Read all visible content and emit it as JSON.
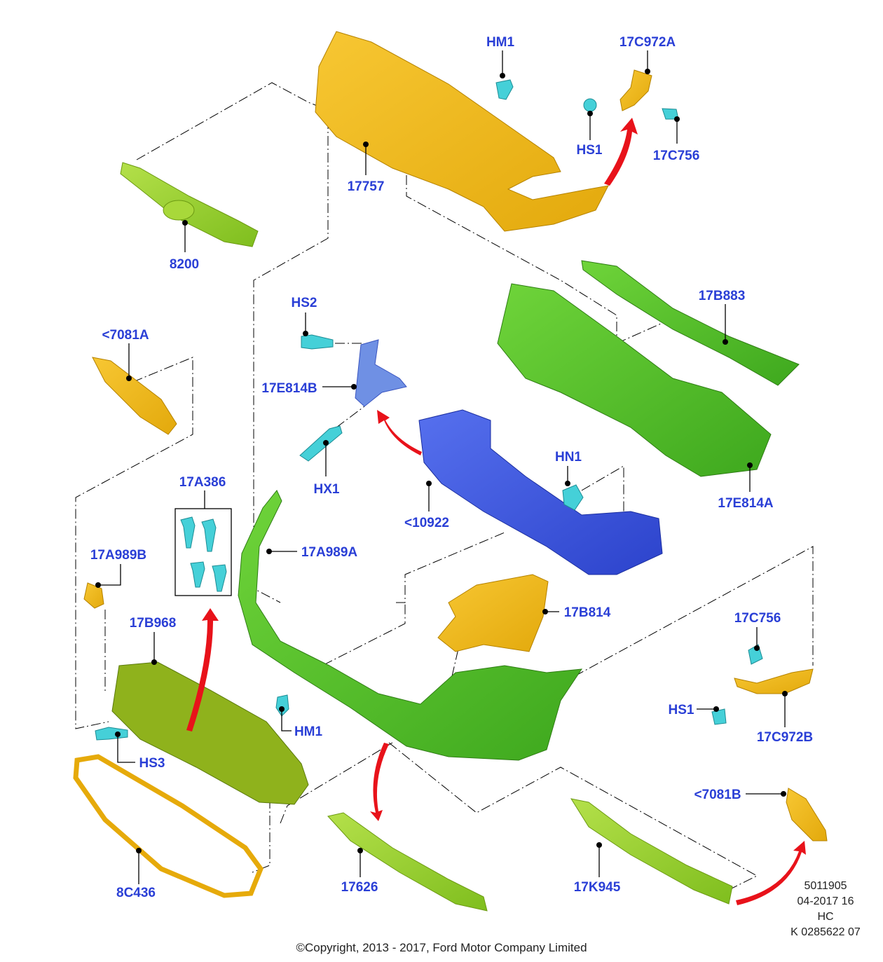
{
  "parts": [
    {
      "id": "hm1_top",
      "label": "HM1"
    },
    {
      "id": "17c972a",
      "label": "17C972A"
    },
    {
      "id": "hs1_top",
      "label": "HS1"
    },
    {
      "id": "17c756_top",
      "label": "17C756"
    },
    {
      "id": "17757",
      "label": "17757"
    },
    {
      "id": "8200",
      "label": "8200"
    },
    {
      "id": "17b883",
      "label": "17B883"
    },
    {
      "id": "hs2",
      "label": "HS2"
    },
    {
      "id": "17e814b",
      "label": "17E814B"
    },
    {
      "id": "7081a",
      "label": "<7081A"
    },
    {
      "id": "hx1",
      "label": "HX1"
    },
    {
      "id": "hn1",
      "label": "HN1"
    },
    {
      "id": "17e814a",
      "label": "17E814A"
    },
    {
      "id": "10922",
      "label": "<10922"
    },
    {
      "id": "17a386",
      "label": "17A386"
    },
    {
      "id": "17a989a",
      "label": "17A989A"
    },
    {
      "id": "17a989b",
      "label": "17A989B"
    },
    {
      "id": "17b814",
      "label": "17B814"
    },
    {
      "id": "17b968",
      "label": "17B968"
    },
    {
      "id": "17c756_bot",
      "label": "17C756"
    },
    {
      "id": "hs1_bot",
      "label": "HS1"
    },
    {
      "id": "hm1_bot",
      "label": "HM1"
    },
    {
      "id": "17c972b",
      "label": "17C972B"
    },
    {
      "id": "hs3",
      "label": "HS3"
    },
    {
      "id": "7081b",
      "label": "<7081B"
    },
    {
      "id": "8c436",
      "label": "8C436"
    },
    {
      "id": "17626",
      "label": "17626"
    },
    {
      "id": "17k945",
      "label": "17K945"
    }
  ],
  "meta": {
    "line1": "5011905",
    "line2": "04-2017 16",
    "line3": "HC",
    "line4": "K 0285622 07"
  },
  "copyright": "©Copyright, 2013 - 2017, Ford Motor Company Limited",
  "colors": {
    "callout": "#2a3fd6",
    "yellow": "#f2b810",
    "green": "#55c22a",
    "lime": "#9ad62a",
    "blue": "#3a55e0",
    "lightblue": "#7aa0e8",
    "cyan": "#45d0d8",
    "arrow": "#e8121a"
  }
}
